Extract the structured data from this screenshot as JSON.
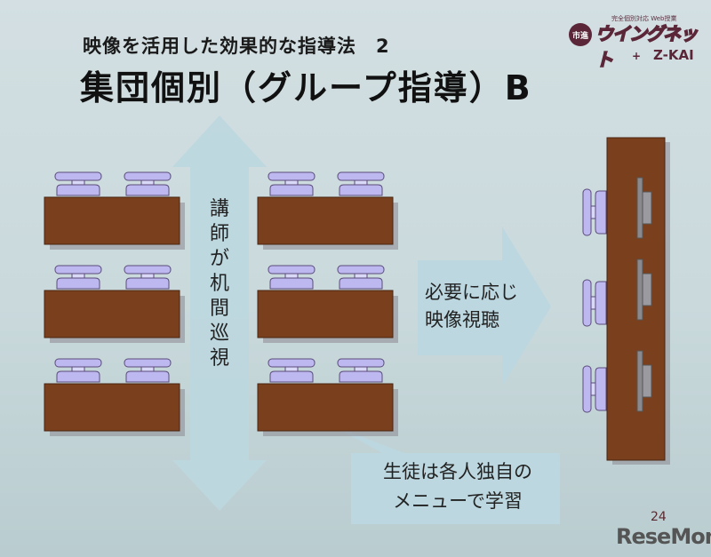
{
  "slide": {
    "subtitle": "映像を活用した効果的な指導法　2",
    "title": "集団個別（グループ指導）B",
    "teacher_label": "講師が机間巡視",
    "arrow_label_lines": [
      "必要に応じ",
      "映像視聴"
    ],
    "callout_lines": [
      "生徒は各人独自の",
      "メニューで学習"
    ],
    "page_number": "24"
  },
  "logo": {
    "tagline": "完全個別対応 Web授業",
    "badge": "市進",
    "name": "ウイングネット",
    "partner": "Z-KAI",
    "plus": "+"
  },
  "watermark": "ReseMom.",
  "colors": {
    "desk": "#7a3f1c",
    "chair": "#b8b6ee",
    "arrow": "#bcd7df",
    "logo": "#5a2638"
  }
}
